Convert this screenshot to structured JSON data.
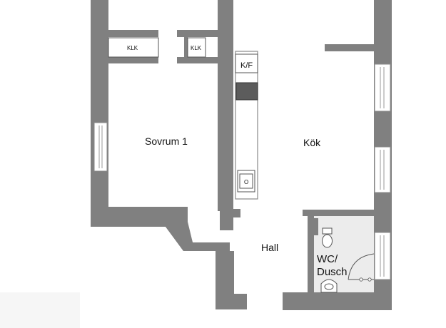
{
  "rooms": {
    "bedroom": "Sovrum 1",
    "kitchen": "Kök",
    "hall": "Hall",
    "bathroom_line1": "WC/",
    "bathroom_line2": "Dusch"
  },
  "fixtures": {
    "closet_left": "KLK",
    "closet_right": "KLK",
    "fridge_freezer": "K/F",
    "oven": "O"
  },
  "colors": {
    "wall": "#808080",
    "wet_room_floor": "#ececec",
    "background": "#ffffff"
  }
}
